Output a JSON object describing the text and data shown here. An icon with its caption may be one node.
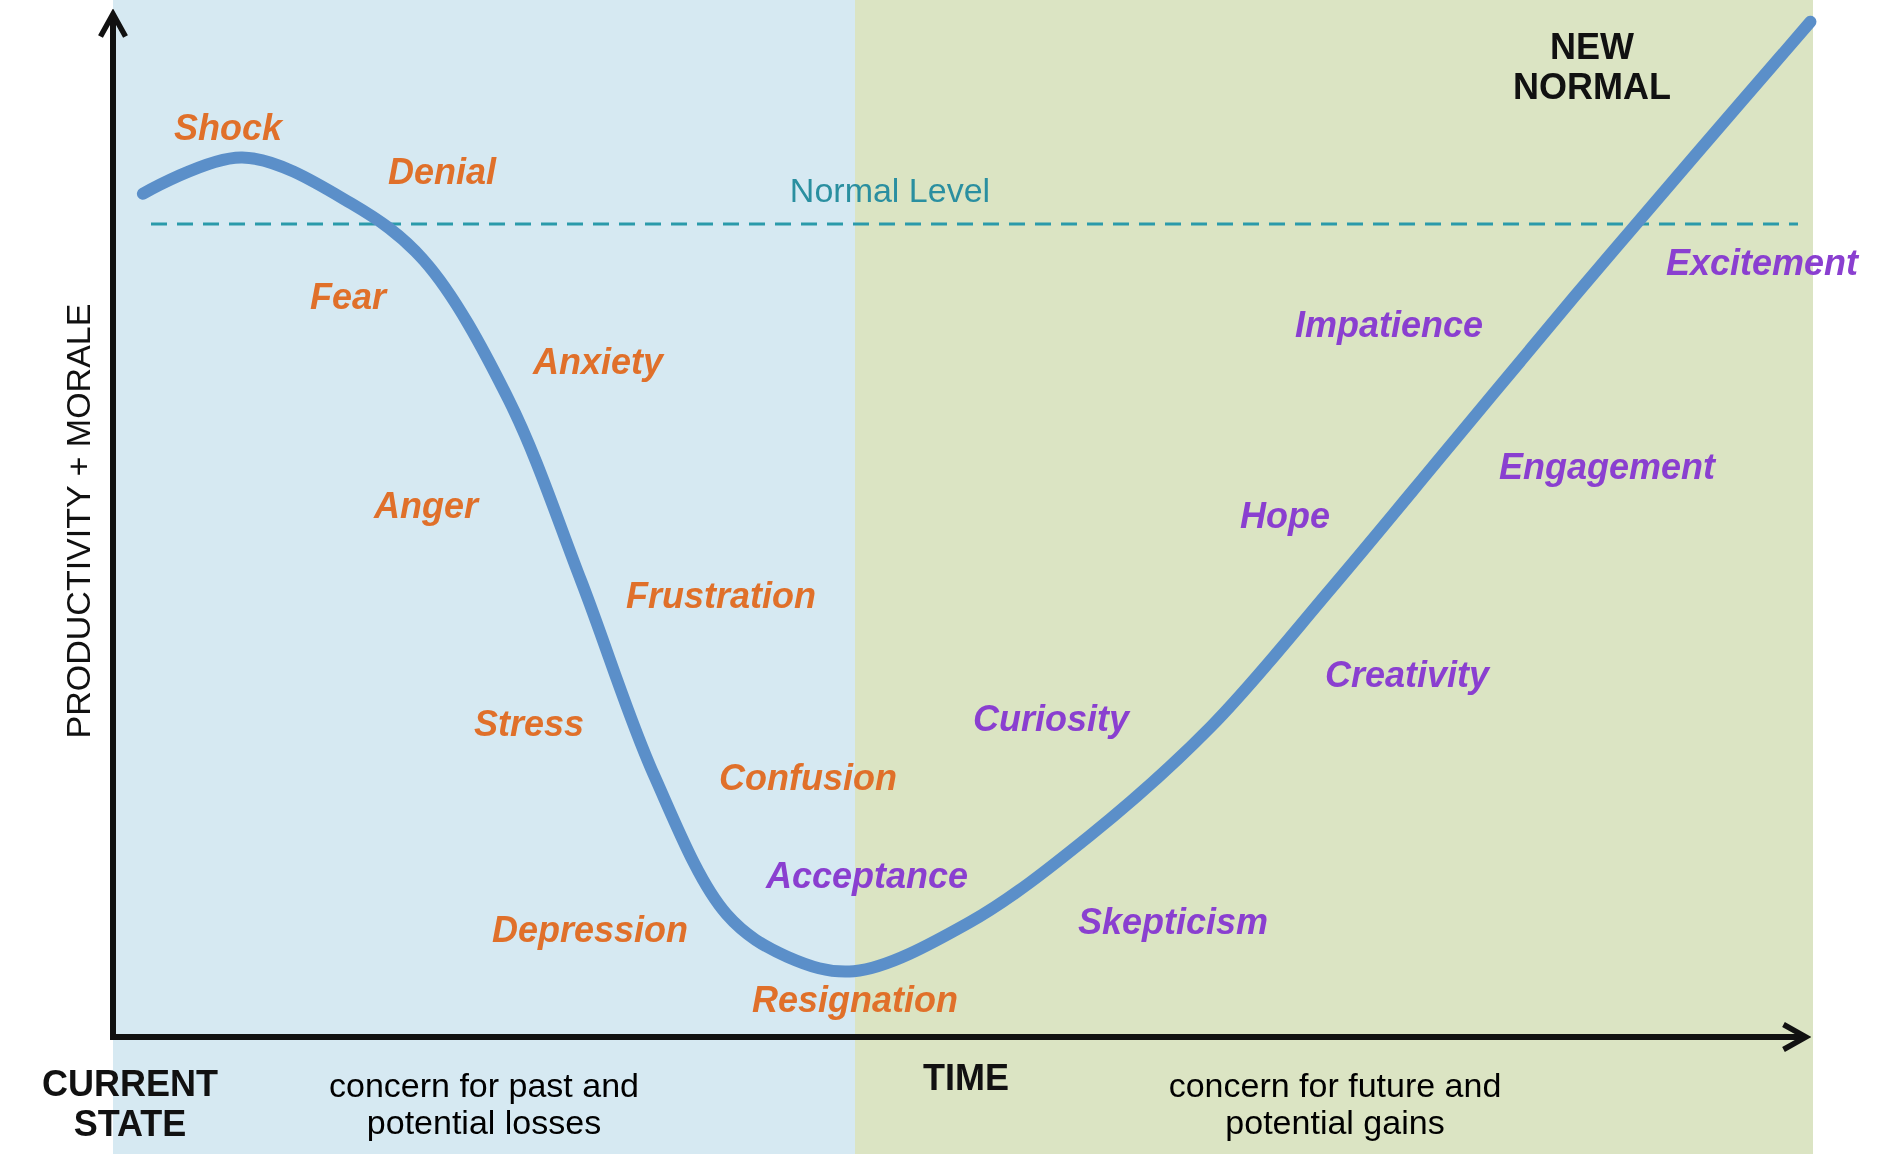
{
  "diagram": {
    "labels": [
      "NEW NORMAL",
      "Shock",
      "Denial",
      "Normal Level",
      "Excitement",
      "Fear",
      "Impatience",
      "Anxiety",
      "Engagement",
      "Anger",
      "Hope",
      "Frustration",
      "Creativity",
      "Curiosity",
      "Stress",
      "Confusion",
      "Acceptance",
      "Skepticism",
      "Depression",
      "Resignation",
      "PRODUCTIVITY + MORALE",
      "CURRENT STATE",
      "concern for past and potential losses",
      "TIME",
      "concern for future and potential gains"
    ]
  }
}
